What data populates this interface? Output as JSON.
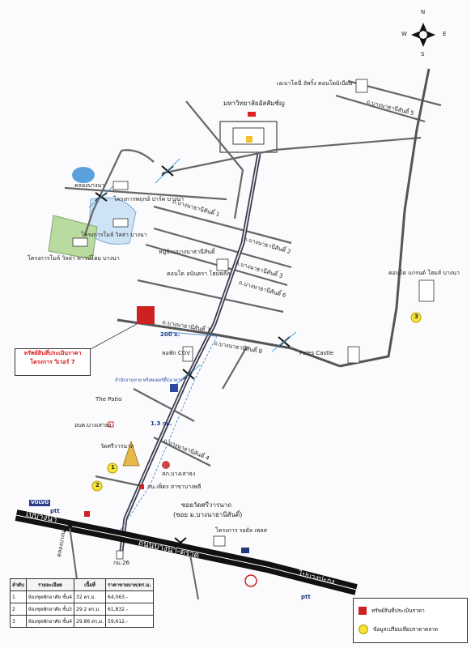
{
  "compass": {
    "n": "N",
    "s": "S",
    "e": "E",
    "w": "W"
  },
  "roads": {
    "main": "ถนนบางนา-ตราด",
    "soi_wat_sri_varanat": "ซอยวัดศรีวารนาถ",
    "soi_sub": "(ซอย ม.บางนาธานีสันติ์)",
    "bangna_label": "ไปบางนา",
    "bangpakong_label": "ไปบางปะกง",
    "soi_upper_1": "ถ.บางนาธานีสันติ์ 1",
    "soi_upper_2": "ถ.บางนาธานีสันติ์ 2",
    "soi_upper_3": "ถ.บางนาธานีสันติ์ 3",
    "soi_6": "ถ.บางนาธานีสันติ์ 6",
    "soi_7": "ถ.บางนาธานีสันติ์ 7",
    "soi_8": "ถ.บางนาธานีสันติ์ 8",
    "soi_4": "ถ.บางนาธานีสันติ์ 4",
    "soi_right_top": "ถ.บางนาธานีสันติ์ 5"
  },
  "places": {
    "university": "มหาวิทยาลัยอัสสัมชัญ",
    "condo_top": "เอเบาโคนี่ อัพริ้ง คอนโดมิเนียม",
    "canal": "คลองบางนา",
    "proj_park": "โครงการพฤกษ์ ปาร์ค บางนา",
    "proj_villa": "โครงการโมล์ วิลล่า บางนา",
    "proj_villa_town": "โครงการโมล์ วิลล่า ทาวน์โฮม บางนา",
    "village": "หมู่บ้านบางนาธานีสันติ์",
    "condo_mid": "คอนโด อนันตรา โฮมพลัส",
    "condo_right": "คอนโด แกรนด์ โฮมส์ บางนา",
    "dorm": "หอพัก CGV",
    "school": "สำนักงานขาย พร็อพเพอร์ตี้ธนาคาร",
    "patio": "The Patio",
    "peles": "Peles Castle",
    "office": "อบต.บางเสาธง",
    "temple": "วัดศรีวารนาถ",
    "post": "สภ.บางเสาธง",
    "gas": "สน.เพ็ตร สาขาบางพลี",
    "proj_bottom": "โครงการ รอยัล เพลส",
    "km": "กม.26",
    "ptt1": "ptt",
    "ptt2": "ptt",
    "volvo": "VOLVO",
    "canal2": "คลองบางนา"
  },
  "distances": {
    "d200": "200 ม.",
    "d13": "1.3 กม."
  },
  "callout": {
    "line1": "ทรัพย์สินที่ประเมินราคา",
    "line2": "โครงการ วิเวอร์ 7"
  },
  "markers": {
    "m1": "1",
    "m2": "2",
    "m3": "3"
  },
  "table": {
    "headers": [
      "ลำดับ",
      "รายละเอียด",
      "เนื้อที่",
      "ราคาขายบาท/ตร.ม."
    ],
    "rows": [
      [
        "1",
        "ห้องชุดพักอาศัย ชั้น4",
        "32 ตร.ม.",
        "64,063.-"
      ],
      [
        "2",
        "ห้องชุดพักอาศัย ชั้น5",
        "29.2 ตร.ม.",
        "61,832.-"
      ],
      [
        "3",
        "ห้องชุดพักอาศัย ชั้น4",
        "29.86 ตร.ม.",
        "59,612.-"
      ]
    ]
  },
  "legend": {
    "red_label": "ทรัพย์สินที่ประเมินราคา",
    "yellow_label": "ข้อมูลเปรียบเทียบราคาตลาด"
  },
  "colors": {
    "subject": "#cc2222",
    "market": "#f5e33a",
    "road": "#555566",
    "highway": "#1a1a1a",
    "water": "#5aa0dd",
    "green": "#b9dba0"
  }
}
